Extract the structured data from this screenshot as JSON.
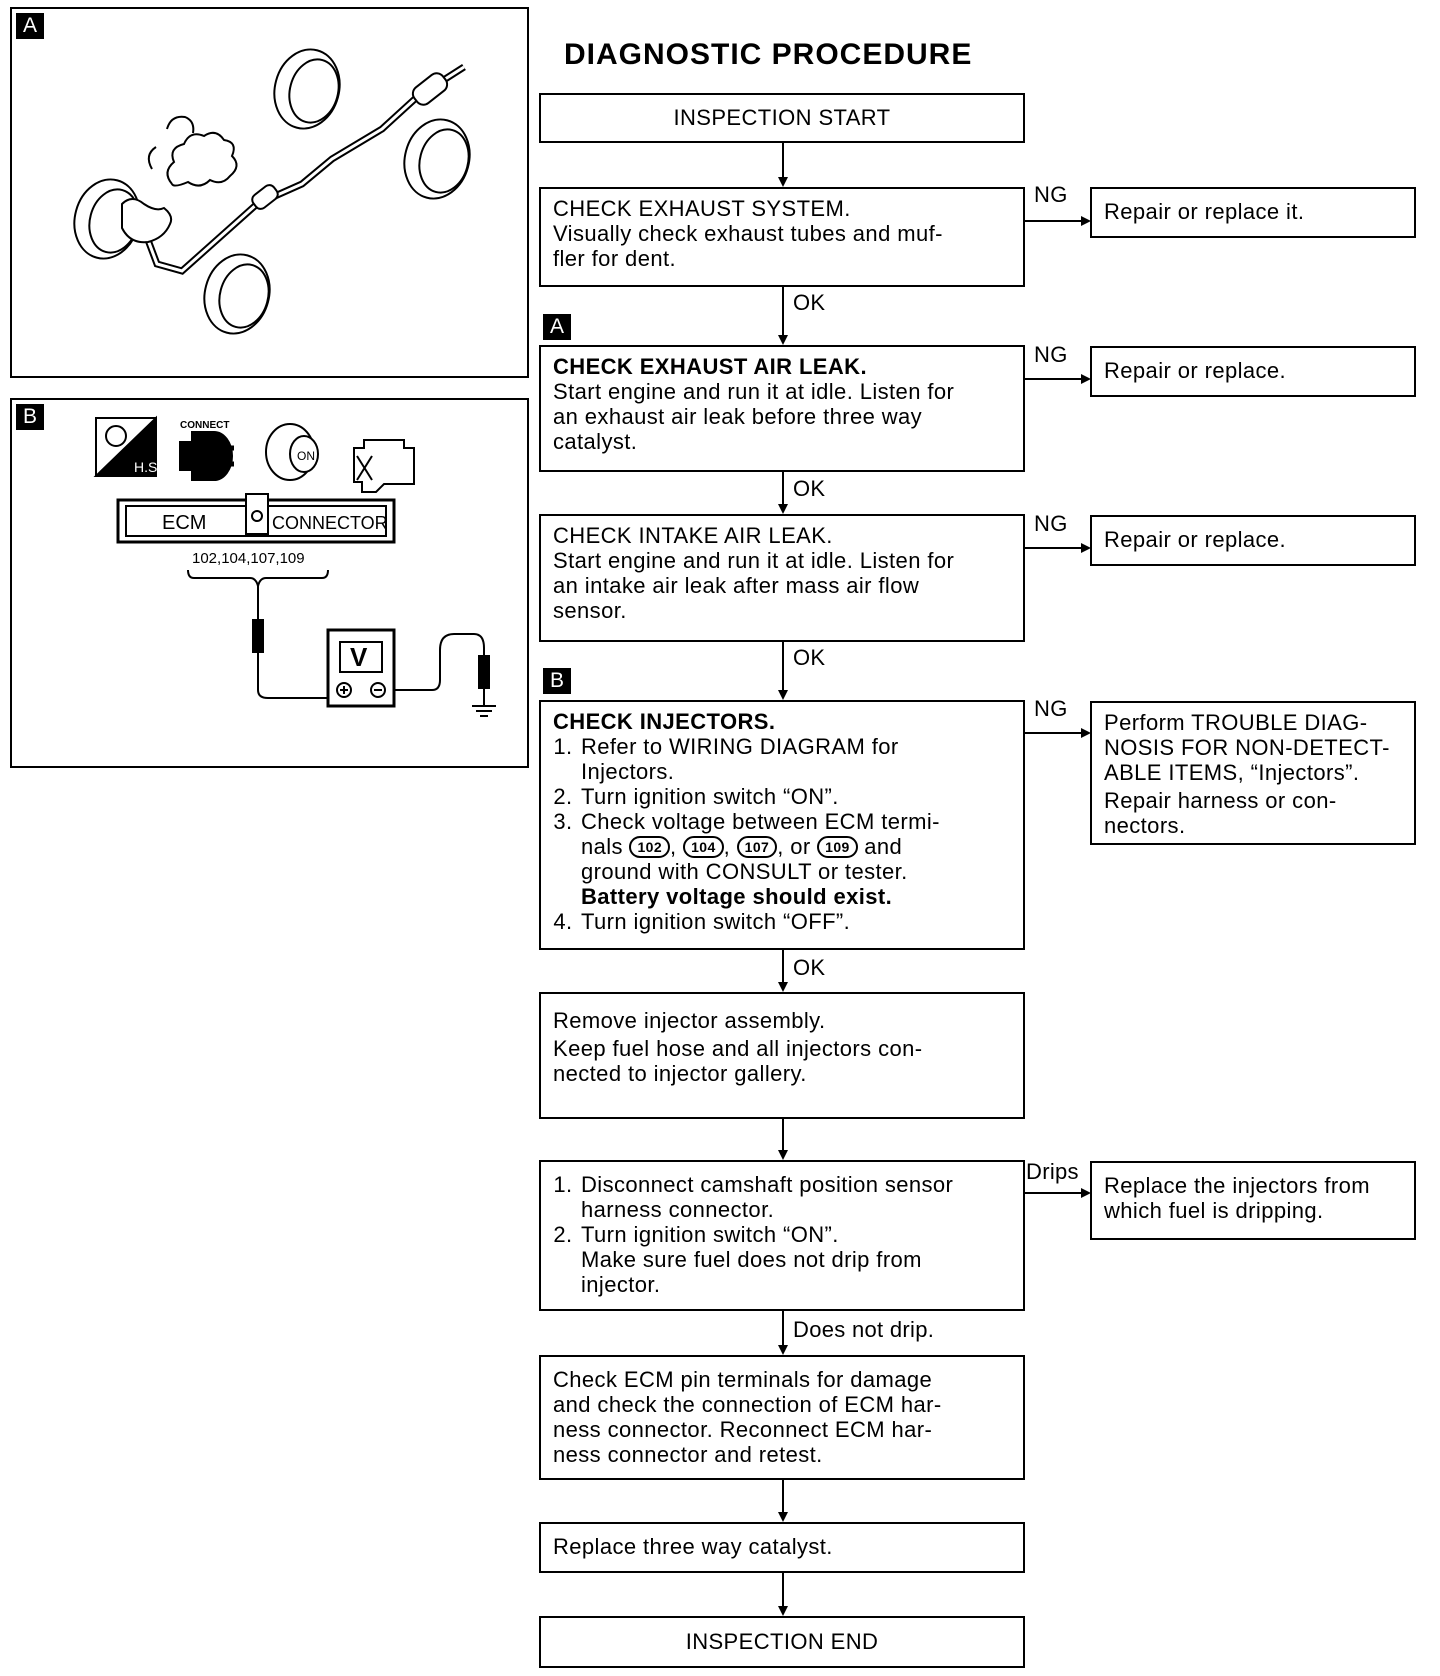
{
  "title": "DIAGNOSTIC PROCEDURE",
  "panels": {
    "a": {
      "tag": "A"
    },
    "b": {
      "tag": "B",
      "icon_connect_label": "CONNECT",
      "icon_hs_label": "H.S.",
      "icon_on_label": "ON",
      "ecm_label": "ECM",
      "connector_label": "CONNECTOR",
      "terminals": "102,104,107,109",
      "meter_label": "V"
    }
  },
  "step_tags": {
    "a": "A",
    "b": "B"
  },
  "flow": {
    "start": "INSPECTION START",
    "step1": {
      "line1": "CHECK EXHAUST SYSTEM.",
      "line2": "Visually check exhaust tubes and muf-",
      "line3": "fler for dent."
    },
    "step1_ng": "Repair or replace it.",
    "step2": {
      "heading": "CHECK EXHAUST AIR LEAK.",
      "line1": "Start engine and run it at idle. Listen for",
      "line2": "an exhaust air leak before three way",
      "line3": "catalyst."
    },
    "step2_ng": "Repair or replace.",
    "step3": {
      "line1": "CHECK INTAKE AIR LEAK.",
      "line2": "Start engine and run it at idle. Listen for",
      "line3": "an intake air leak after mass air flow",
      "line4": "sensor."
    },
    "step3_ng": "Repair or replace.",
    "step4": {
      "heading": "CHECK INJECTORS.",
      "item1_a": "Refer to WIRING DIAGRAM for",
      "item1_b": "Injectors.",
      "item2": "Turn ignition switch “ON”.",
      "item3_a": "Check voltage between ECM termi-",
      "item3_b1": "nals",
      "t1": "102",
      "t2": "104",
      "t3": "107",
      "t4": "109",
      "sep1": ",",
      "sep2": ",",
      "sep3": ", or",
      "item3_b2": "and",
      "item3_c": "ground with CONSULT or tester.",
      "item3_d": "Battery voltage should exist.",
      "item4": "Turn ignition switch “OFF”."
    },
    "step4_ng": {
      "line1": "Perform TROUBLE DIAG-",
      "line2": "NOSIS FOR NON-DETECT-",
      "line3": "ABLE ITEMS, “Injectors”.",
      "line4": "Repair harness or con-",
      "line5": "nectors."
    },
    "step5": {
      "line1": "Remove injector assembly.",
      "line2": "Keep fuel hose and all injectors con-",
      "line3": "nected to injector gallery."
    },
    "step6": {
      "item1_a": "Disconnect camshaft position sensor",
      "item1_b": "harness connector.",
      "item2_a": "Turn ignition switch “ON”.",
      "item2_b": "Make sure fuel does not drip from",
      "item2_c": "injector."
    },
    "step6_drips": {
      "line1": "Replace the injectors from",
      "line2": "which fuel is dripping."
    },
    "step7": {
      "line1": "Check ECM pin terminals for damage",
      "line2": "and check the connection of ECM har-",
      "line3": "ness connector. Reconnect ECM har-",
      "line4": "ness connector and retest."
    },
    "step8": "Replace three way catalyst.",
    "end": "INSPECTION END"
  },
  "labels": {
    "ok1": "OK",
    "ok2": "OK",
    "ok3": "OK",
    "ok4": "OK",
    "ng1": "NG",
    "ng2": "NG",
    "ng3": "NG",
    "ng4": "NG",
    "drips": "Drips",
    "does_not_drip": "Does not drip."
  }
}
